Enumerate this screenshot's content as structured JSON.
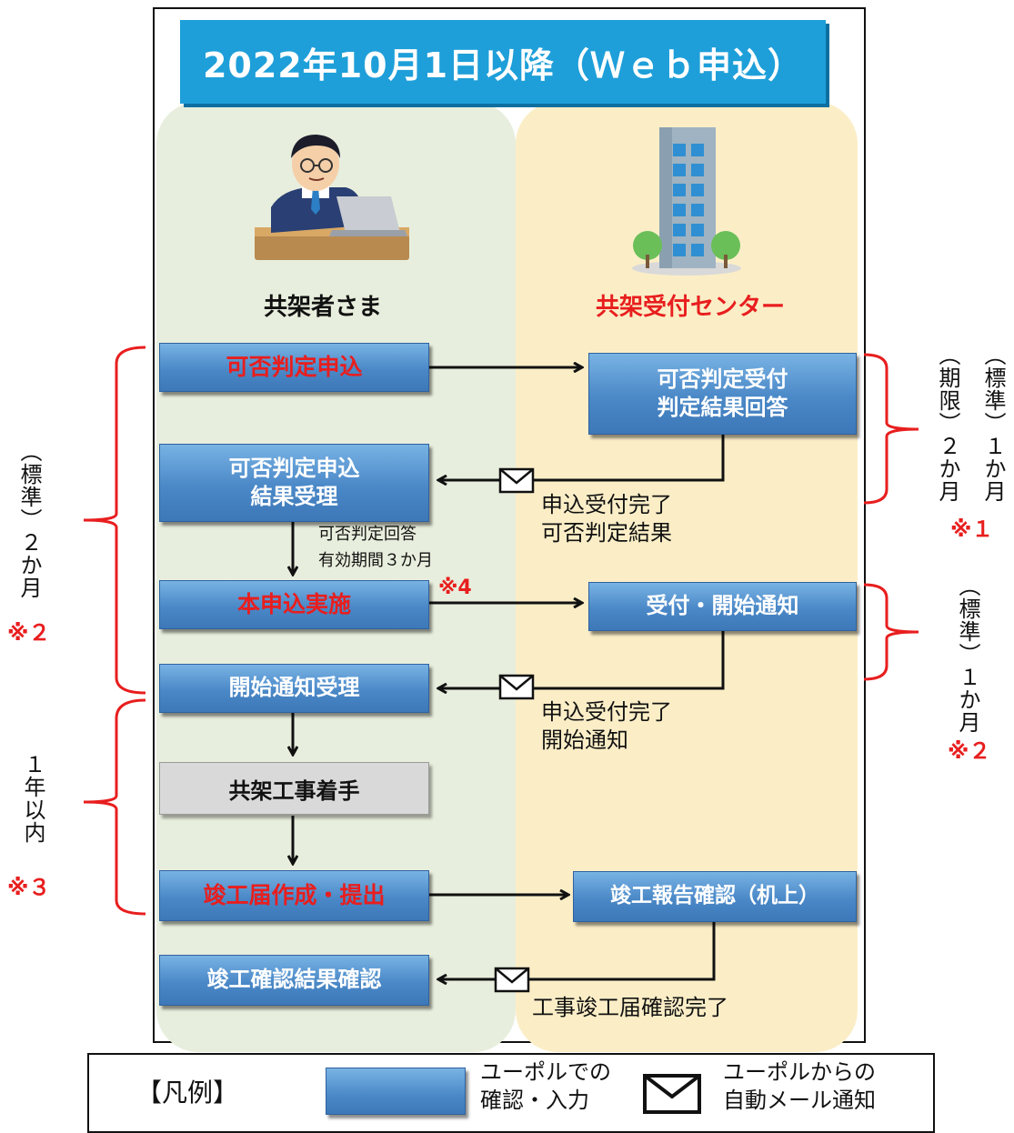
{
  "title": "2022年10月1日以降（Ｗｅｂ申込）",
  "columns": {
    "left": "共架者さま",
    "right": "共架受付センター"
  },
  "left_boxes": {
    "apply_judgment": "可否判定申込",
    "receive_result_line1": "可否判定申込",
    "receive_result_line2": "結果受理",
    "main_application": "本申込実施",
    "start_notice_receipt": "開始通知受理",
    "construction_start": "共架工事着手",
    "completion_report": "竣工届作成・提出",
    "completion_confirm": "竣工確認結果確認"
  },
  "right_boxes": {
    "judgment_reception_line1": "可否判定受付",
    "judgment_reception_line2": "判定結果回答",
    "reception_start_notice": "受付・開始通知",
    "completion_check": "竣工報告確認（机上）"
  },
  "notes": {
    "validity_line1": "可否判定回答",
    "validity_line2": "有効期間３か月",
    "mail1_line1": "申込受付完了",
    "mail1_line2": "可否判定結果",
    "mail2_line1": "申込受付完了",
    "mail2_line2": "開始通知",
    "mail3": "工事竣工届確認完了",
    "mark4": "※4"
  },
  "side_labels": {
    "left_top_vertical": "（標準）２か月",
    "left_top_mark": "※２",
    "left_bottom_vertical": "１年以内",
    "left_bottom_mark": "※３",
    "right_top_col1": "（標準）１か月",
    "right_top_col2": "（期限）２か月",
    "right_top_mark": "※１",
    "right_mid_vertical": "（標準）１か月",
    "right_mid_mark": "※２"
  },
  "legend": {
    "title": "【凡例】",
    "box_line1": "ユーポルでの",
    "box_line2": "確認・入力",
    "mail_line1": "ユーポルからの",
    "mail_line2": "自動メール通知"
  },
  "colors": {
    "banner": "#1e9fd9",
    "box_blue": "#4a88c7",
    "accent_red": "#e81e1e",
    "left_column_bg": "#e8eedd",
    "right_column_bg": "#fbeec7"
  }
}
